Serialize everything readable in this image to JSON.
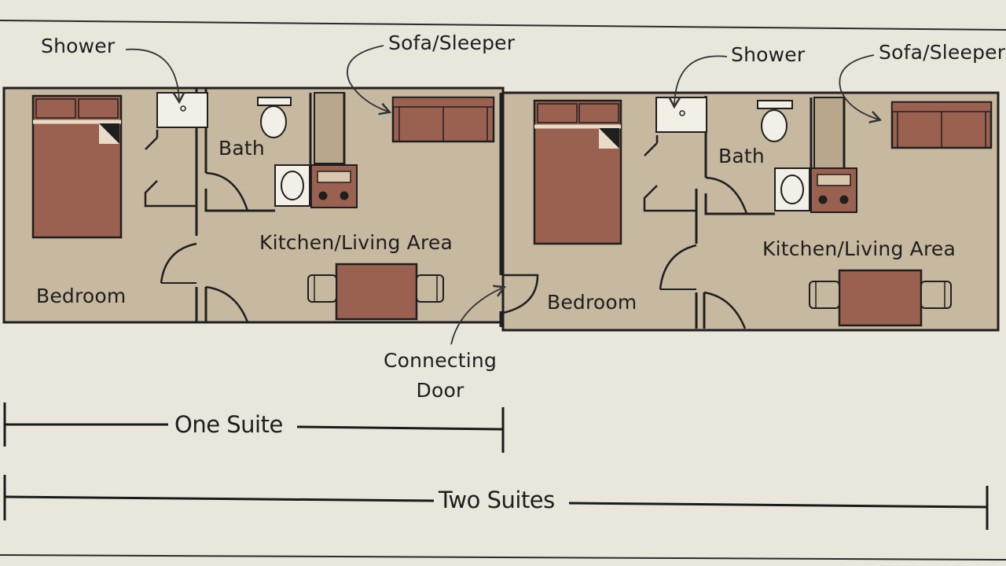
{
  "colors": {
    "background": "#e9e6dc",
    "floor": "#c7b8a0",
    "furniture": "#9b6150",
    "wall": "#1f1f1f",
    "fixture": "#f2efe6"
  },
  "suites": [
    {
      "shower_label": "Shower",
      "sofa_label": "Sofa/Sleeper",
      "bath_label": "Bath",
      "kitchen_label": "Kitchen/Living Area",
      "bedroom_label": "Bedroom"
    },
    {
      "shower_label": "Shower",
      "sofa_label": "Sofa/Sleeper",
      "bath_label": "Bath",
      "kitchen_label": "Kitchen/Living Area",
      "bedroom_label": "Bedroom"
    }
  ],
  "connecting_door": {
    "line1": "Connecting",
    "line2": "Door"
  },
  "dimensions": {
    "one_suite": "One Suite",
    "two_suites": "Two Suites"
  }
}
